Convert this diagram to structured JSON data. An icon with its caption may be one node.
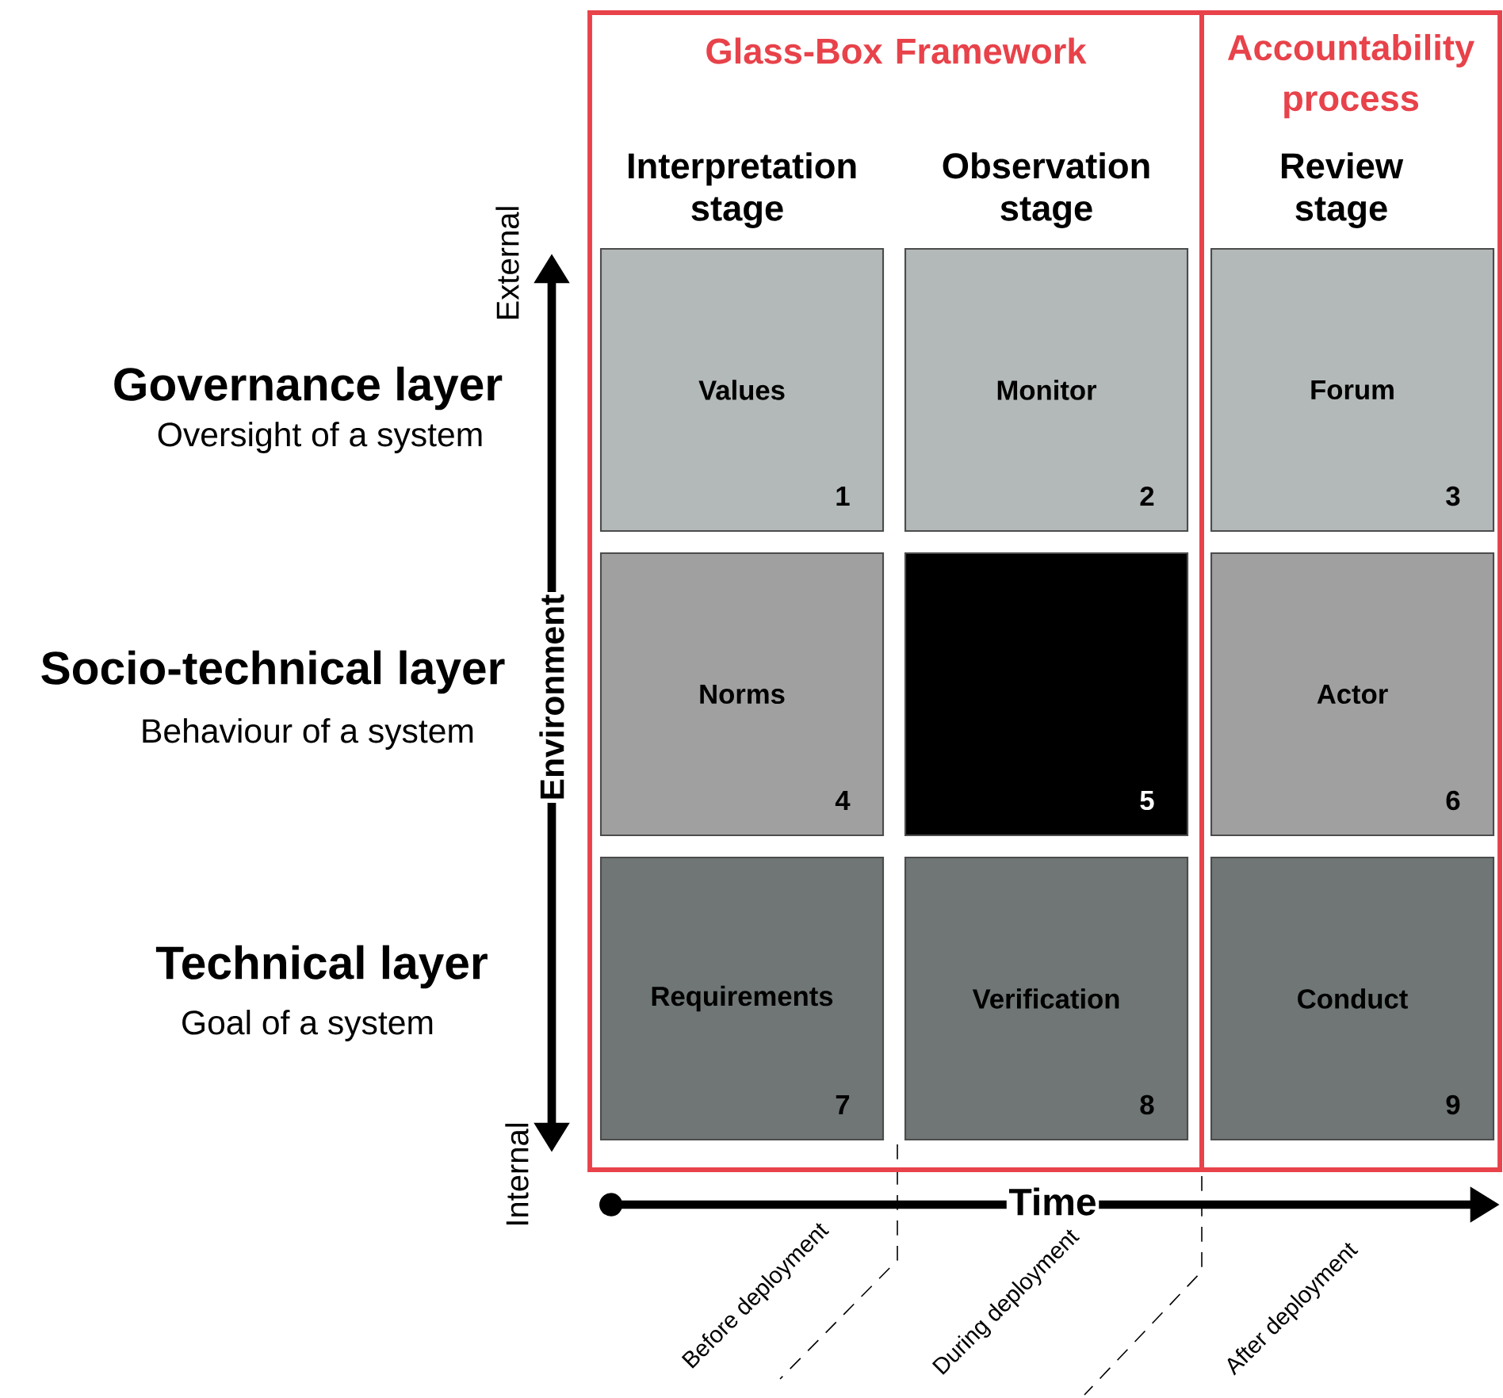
{
  "diagram": {
    "nodes": [
      {
        "text": [
          "Glass-Box Framework"
        ]
      },
      {
        "text": [
          "Accountability process"
        ]
      },
      {
        "text": [
          "Values",
          "1"
        ],
        "in": 0
      },
      {
        "text": [
          "Monitor",
          "2"
        ],
        "in": 0
      },
      {
        "text": [
          "Forum",
          "3"
        ],
        "in": 1
      },
      {
        "text": [
          "Norms",
          "4"
        ],
        "in": 0
      },
      {
        "text": [
          "5"
        ],
        "in": 0
      },
      {
        "text": [
          "Actor",
          "6"
        ],
        "in": 1
      },
      {
        "text": [
          "Requirements",
          "7"
        ],
        "in": 0
      },
      {
        "text": [
          "Verification",
          "8"
        ],
        "in": 0
      },
      {
        "text": [
          "Conduct",
          "9"
        ],
        "in": 1
      }
    ],
    "labels": [
      "Interpretation stage",
      "Observation stage",
      "Review stage",
      "External",
      "Governance layer",
      "Oversight of a system",
      "Socio-technical layer",
      "Environment",
      "Behaviour of a system",
      "Technical layer",
      "Goal of a system",
      "Internal",
      "Time",
      "Before deployment",
      "During deployment",
      "After deployment"
    ]
  }
}
